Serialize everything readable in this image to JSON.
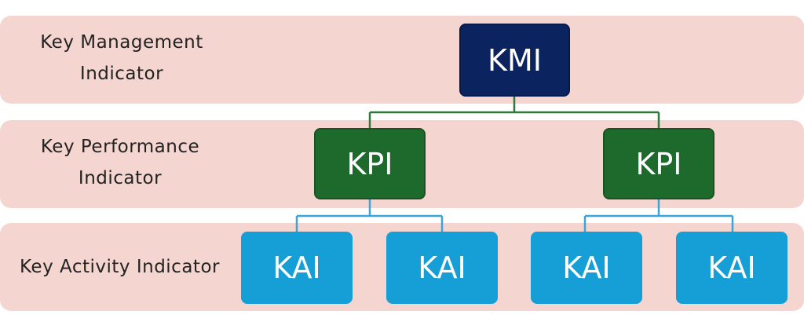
{
  "levels": {
    "management": {
      "label_line1": "Key Management",
      "label_line2": "Indicator",
      "band_color": "#f5d5cf"
    },
    "performance": {
      "label_line1": "Key Performance",
      "label_line2": "Indicator",
      "band_color": "#f5d5cf"
    },
    "activity": {
      "label": "Key Activity Indicator",
      "band_color": "#f5d5cf"
    }
  },
  "nodes": {
    "kmi": {
      "label": "KMI",
      "color": "#0b2460"
    },
    "kpi_left": {
      "label": "KPI",
      "color": "#1e6a2c"
    },
    "kpi_right": {
      "label": "KPI",
      "color": "#1e6a2c"
    },
    "kai_1": {
      "label": "KAI",
      "color": "#159fd6"
    },
    "kai_2": {
      "label": "KAI",
      "color": "#159fd6"
    },
    "kai_3": {
      "label": "KAI",
      "color": "#159fd6"
    },
    "kai_4": {
      "label": "KAI",
      "color": "#159fd6"
    }
  },
  "connector_colors": {
    "kmi_to_kpi": "#2f7a3a",
    "kpi_to_kai": "#3aa5d8"
  }
}
